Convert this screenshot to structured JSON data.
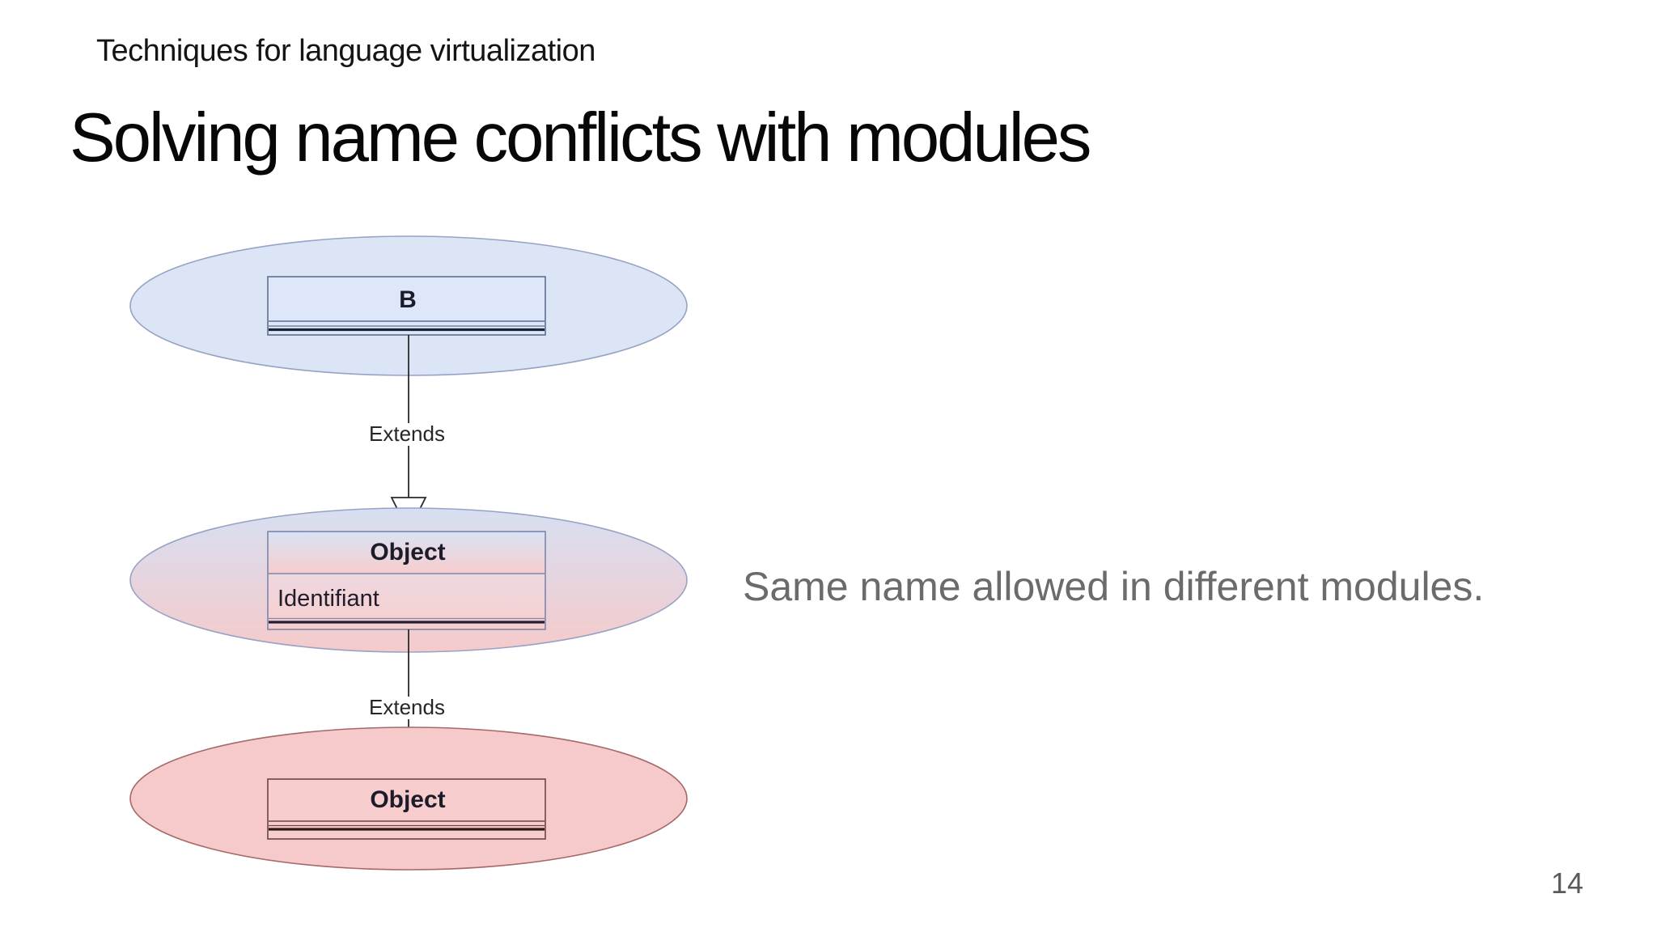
{
  "slide": {
    "kicker": "Techniques for language virtualization",
    "title": "Solving name conflicts with modules",
    "note": "Same name allowed in different modules.",
    "page_number": "14"
  },
  "diagram": {
    "modules": [
      {
        "name": "module-top",
        "class_title": "B",
        "attributes": []
      },
      {
        "name": "module-middle",
        "class_title": "Object",
        "attributes": [
          "Identifiant"
        ]
      },
      {
        "name": "module-bottom",
        "class_title": "Object",
        "attributes": []
      }
    ],
    "edges": [
      {
        "label": "Extends",
        "from": "module-top",
        "to": "module-middle"
      },
      {
        "label": "Extends",
        "from": "module-middle",
        "to": "module-bottom"
      }
    ],
    "colors": {
      "module_blue_fill": "#dbe5f6",
      "module_blue_stroke": "#97a3c4",
      "module_pink_fill": "#f6caca",
      "module_pink_stroke": "#a66868",
      "module_gradient_top": "#d7dff2",
      "module_gradient_bottom": "#f5caca",
      "box_blue_fill": "#dde7f9",
      "box_blue_stroke": "#5f6e92",
      "box_mid_stroke": "#7d86a8",
      "box_mid_title_top": "#dae3f5",
      "box_mid_title_bottom": "#f6cdcd",
      "box_mid_body_top": "#e6e0f0",
      "box_mid_body_bottom": "#f7cecd",
      "box_pink_fill": "#f7cdcd",
      "box_pink_stroke": "#6d4545",
      "divider_dark_blue": "#1b2238",
      "divider_dark_mid": "#241d33",
      "divider_dark_red": "#301b1b",
      "line_color": "#2b2b2b"
    }
  }
}
